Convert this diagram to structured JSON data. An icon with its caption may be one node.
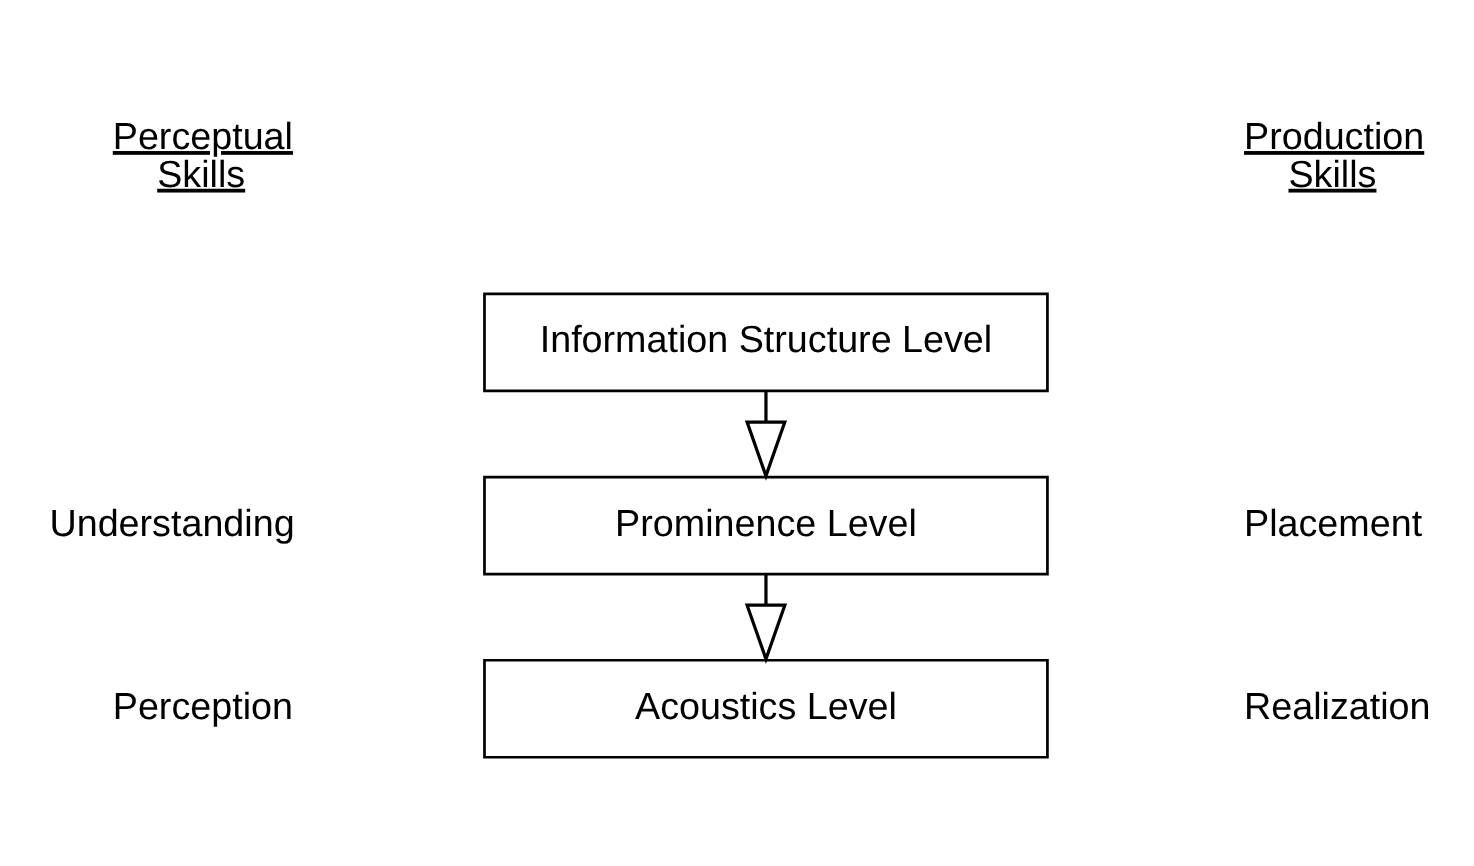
{
  "diagram": {
    "nodes": [
      {
        "text": [
          "Information Structure Level"
        ]
      },
      {
        "text": [
          "Prominence Level"
        ]
      },
      {
        "text": [
          "Acoustics Level"
        ]
      }
    ],
    "edges": [
      {
        "from": 0,
        "to": 1,
        "arrow": "to"
      },
      {
        "from": 1,
        "to": 2,
        "arrow": "to"
      }
    ],
    "labels": [
      "Perceptual Skills",
      "Production Skills",
      "Understanding",
      "Placement",
      "Perception",
      "Realization"
    ]
  }
}
